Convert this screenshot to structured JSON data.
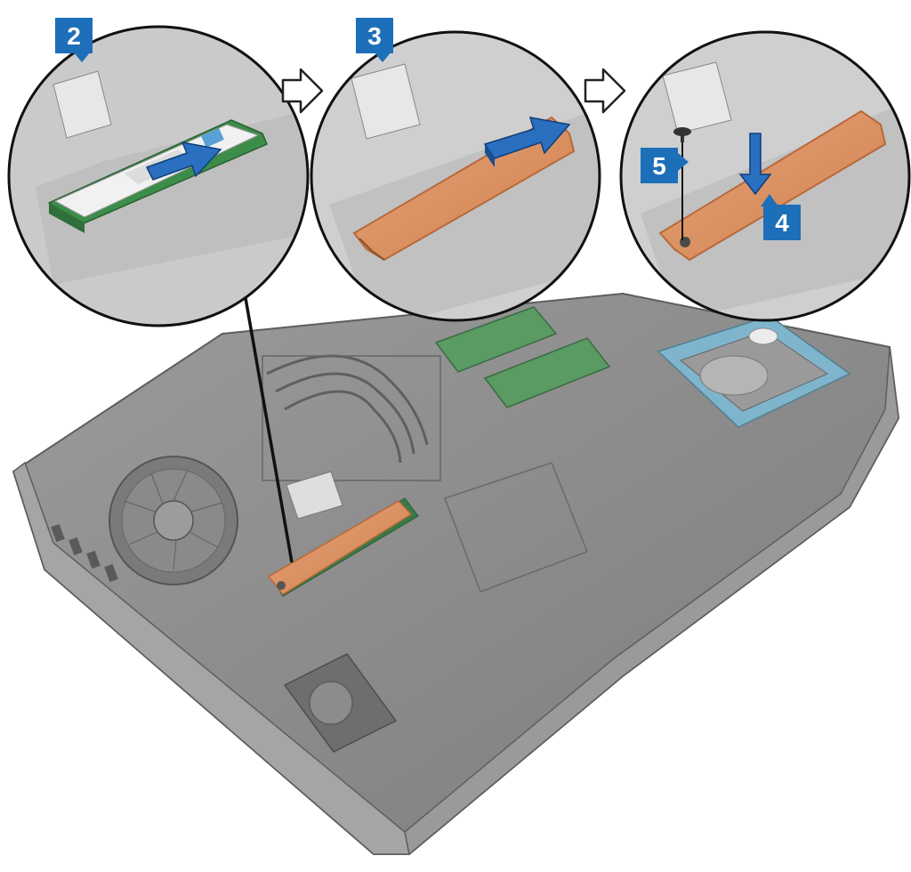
{
  "steps": [
    {
      "label": "2"
    },
    {
      "label": "3"
    },
    {
      "label": "4"
    },
    {
      "label": "5"
    }
  ],
  "colors": {
    "badge": "#1c6fb8",
    "callout_arrow": "#2a6fc0",
    "copper": "#d98f5f",
    "copper_edge": "#b8693a",
    "chassis": "#8d8d8d",
    "chassis_dark": "#6f6f6f",
    "ssd_board": "#3d8d4a"
  },
  "icons": [
    "step-arrow-icon",
    "insert-arrow-icon",
    "press-down-arrow-icon",
    "screw-icon"
  ]
}
